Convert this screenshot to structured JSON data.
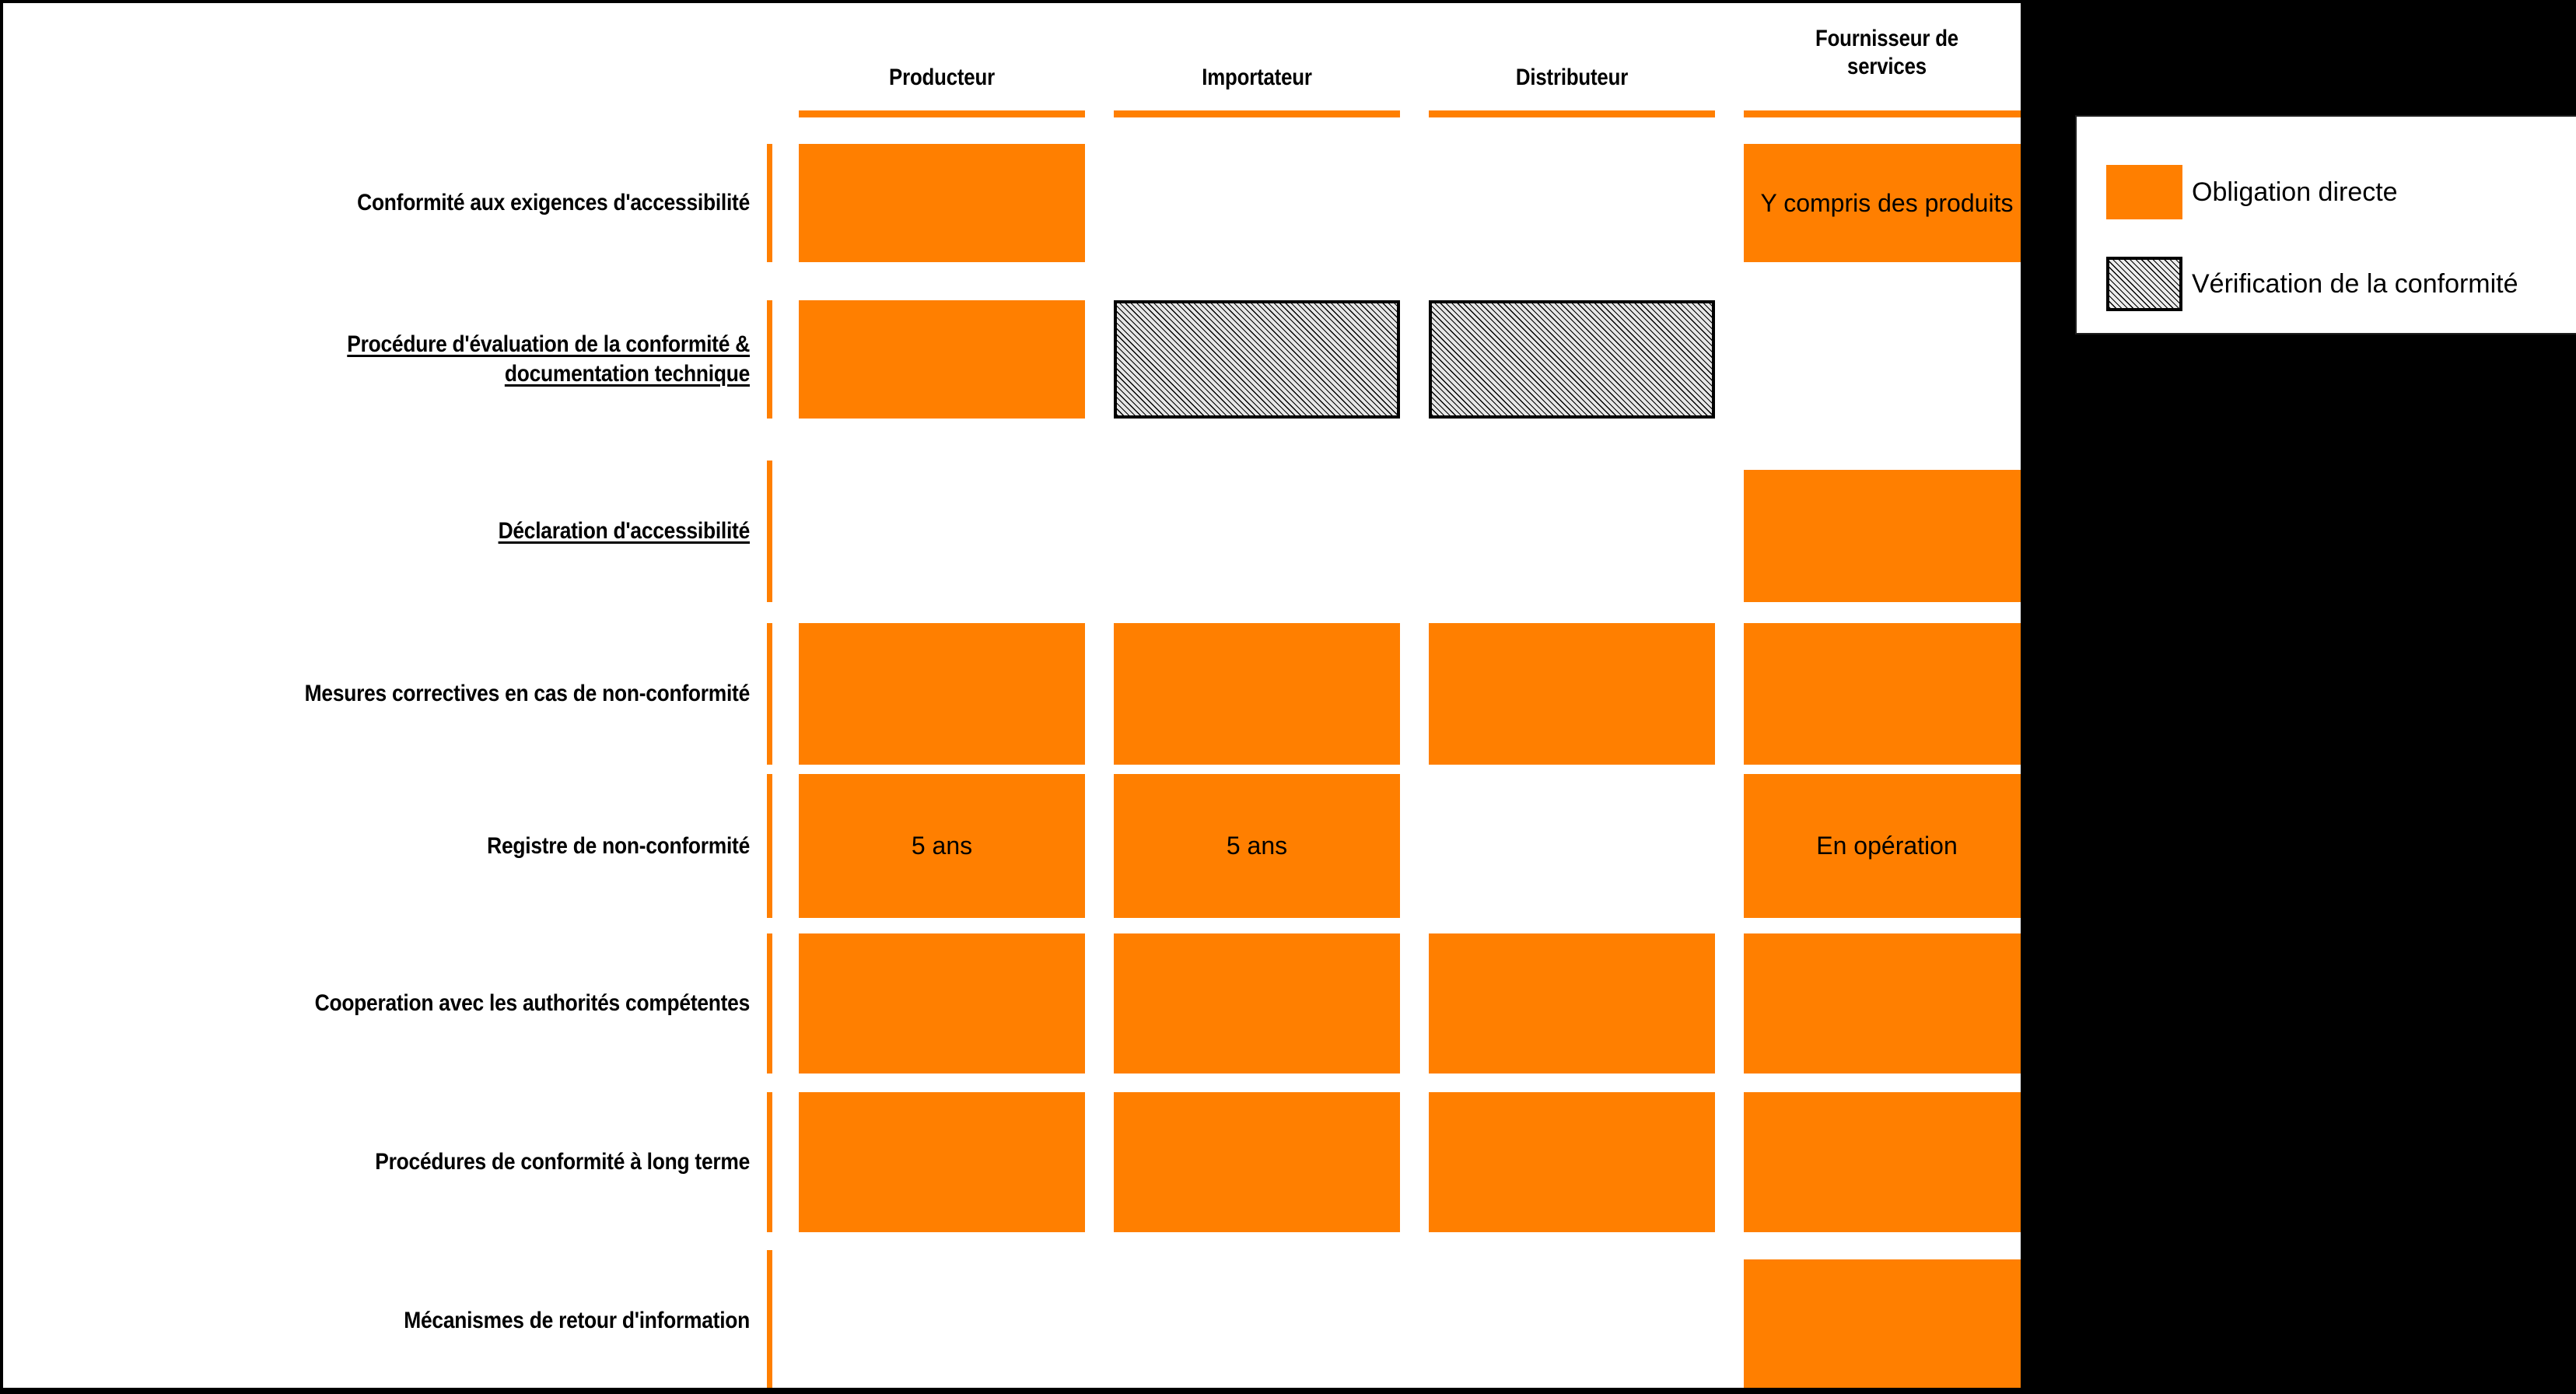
{
  "chart_data": {
    "type": "table",
    "title": "",
    "columns": [
      {
        "label": "Producteur"
      },
      {
        "label": "Importateur"
      },
      {
        "label": "Distributeur"
      },
      {
        "label": "Fournisseur de\nservices"
      }
    ],
    "rows": [
      {
        "label": "Conformité aux exigences d'accessibilité",
        "underlined": false,
        "cells": [
          {
            "type": "direct",
            "text": ""
          },
          {
            "type": "none",
            "text": ""
          },
          {
            "type": "none",
            "text": ""
          },
          {
            "type": "direct",
            "text": "Y compris des produits"
          }
        ]
      },
      {
        "label": "Procédure d'évaluation de la conformité & documentation technique",
        "label_line1": "Procédure d'évaluation de la conformité &",
        "label_line2": "documentation technique",
        "underlined": true,
        "cells": [
          {
            "type": "direct",
            "text": ""
          },
          {
            "type": "check",
            "text": ""
          },
          {
            "type": "check",
            "text": ""
          },
          {
            "type": "none",
            "text": ""
          }
        ]
      },
      {
        "label": "Déclaration d'accessibilité",
        "underlined": true,
        "cells": [
          {
            "type": "none",
            "text": ""
          },
          {
            "type": "none",
            "text": ""
          },
          {
            "type": "none",
            "text": ""
          },
          {
            "type": "direct",
            "text": ""
          }
        ]
      },
      {
        "label": "Mesures correctives en cas de non-conformité",
        "underlined": false,
        "cells": [
          {
            "type": "direct",
            "text": ""
          },
          {
            "type": "direct",
            "text": ""
          },
          {
            "type": "direct",
            "text": ""
          },
          {
            "type": "direct",
            "text": ""
          }
        ]
      },
      {
        "label": "Registre de non-conformité",
        "underlined": false,
        "cells": [
          {
            "type": "direct",
            "text": "5 ans"
          },
          {
            "type": "direct",
            "text": "5 ans"
          },
          {
            "type": "none",
            "text": ""
          },
          {
            "type": "direct",
            "text": "En opération"
          }
        ]
      },
      {
        "label": "Cooperation avec les authorités compétentes",
        "underlined": false,
        "cells": [
          {
            "type": "direct",
            "text": ""
          },
          {
            "type": "direct",
            "text": ""
          },
          {
            "type": "direct",
            "text": ""
          },
          {
            "type": "direct",
            "text": ""
          }
        ]
      },
      {
        "label": "Procédures de conformité à long terme",
        "underlined": false,
        "cells": [
          {
            "type": "direct",
            "text": ""
          },
          {
            "type": "direct",
            "text": ""
          },
          {
            "type": "direct",
            "text": ""
          },
          {
            "type": "direct",
            "text": ""
          }
        ]
      },
      {
        "label": "Mécanismes de retour d'information",
        "underlined": false,
        "cells": [
          {
            "type": "none",
            "text": ""
          },
          {
            "type": "none",
            "text": ""
          },
          {
            "type": "none",
            "text": ""
          },
          {
            "type": "direct",
            "text": ""
          }
        ]
      }
    ],
    "legend": {
      "position": "right",
      "entries": [
        {
          "swatch": "direct",
          "label": "Obligation directe"
        },
        {
          "swatch": "check",
          "label": "Vérification de la conformité"
        }
      ]
    },
    "colors": {
      "direct": "#FF7F00",
      "check_fill": "#e6e6e6",
      "check_border": "#000000",
      "text": "#000000",
      "canvas": "#ffffff",
      "outside": "#000000"
    }
  }
}
